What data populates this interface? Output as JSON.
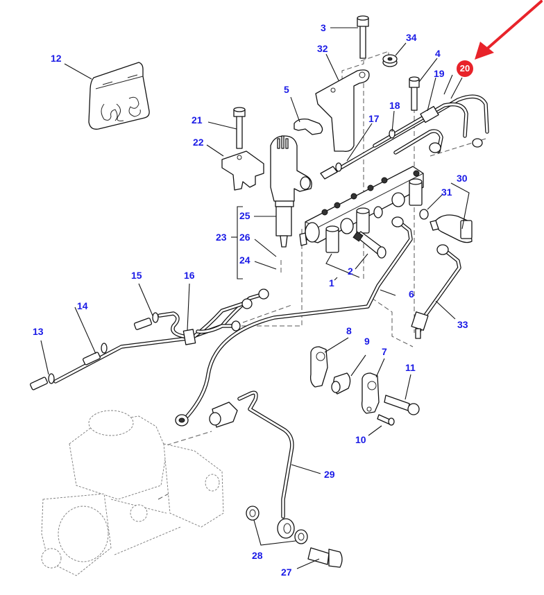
{
  "diagram": {
    "type": "exploded-parts-diagram",
    "subject": "fuel injection system (common rail, injector, high-pressure pipes, pump)",
    "label_color": "#1a1ae6",
    "highlight_color": "#e8232a",
    "highlighted_part": "20",
    "callouts": [
      {
        "id": "1",
        "label": "1"
      },
      {
        "id": "2",
        "label": "2"
      },
      {
        "id": "3",
        "label": "3"
      },
      {
        "id": "4",
        "label": "4"
      },
      {
        "id": "5",
        "label": "5"
      },
      {
        "id": "6",
        "label": "6"
      },
      {
        "id": "7",
        "label": "7"
      },
      {
        "id": "8",
        "label": "8"
      },
      {
        "id": "9",
        "label": "9"
      },
      {
        "id": "10",
        "label": "10"
      },
      {
        "id": "11",
        "label": "11"
      },
      {
        "id": "12",
        "label": "12"
      },
      {
        "id": "13",
        "label": "13"
      },
      {
        "id": "14",
        "label": "14"
      },
      {
        "id": "15",
        "label": "15"
      },
      {
        "id": "16",
        "label": "16"
      },
      {
        "id": "17",
        "label": "17"
      },
      {
        "id": "18",
        "label": "18"
      },
      {
        "id": "19",
        "label": "19"
      },
      {
        "id": "20",
        "label": "20"
      },
      {
        "id": "21",
        "label": "21"
      },
      {
        "id": "22",
        "label": "22"
      },
      {
        "id": "23",
        "label": "23"
      },
      {
        "id": "24",
        "label": "24"
      },
      {
        "id": "25",
        "label": "25"
      },
      {
        "id": "26",
        "label": "26"
      },
      {
        "id": "27",
        "label": "27"
      },
      {
        "id": "28",
        "label": "28"
      },
      {
        "id": "29",
        "label": "29"
      },
      {
        "id": "30",
        "label": "30"
      },
      {
        "id": "31",
        "label": "31"
      },
      {
        "id": "32",
        "label": "32"
      },
      {
        "id": "33",
        "label": "33"
      },
      {
        "id": "34",
        "label": "34"
      }
    ]
  }
}
